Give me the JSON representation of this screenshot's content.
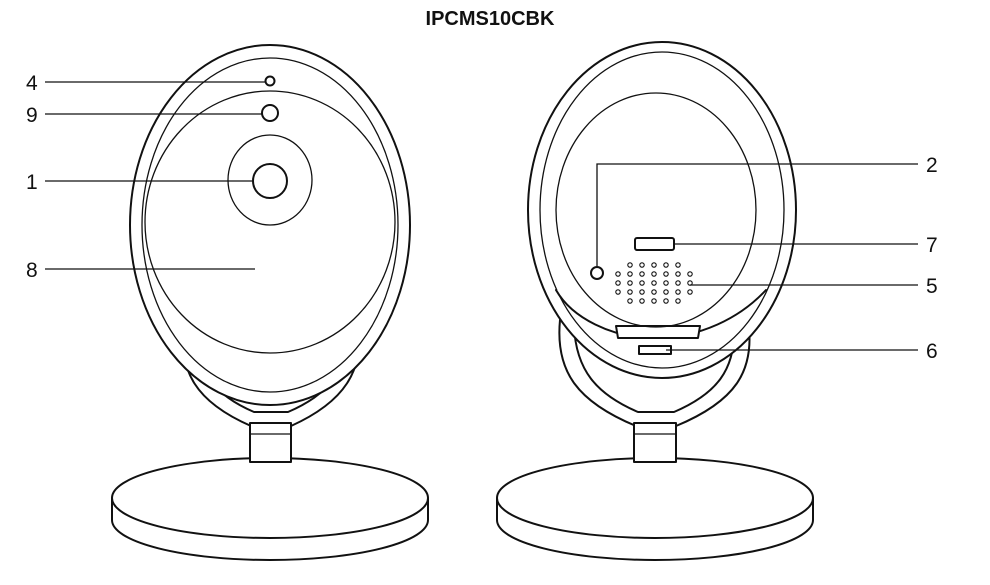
{
  "title": "IPCMS10CBK",
  "front_callouts": [
    "4",
    "9",
    "1",
    "8"
  ],
  "back_callouts": [
    "2",
    "7",
    "5",
    "6"
  ],
  "colors": {
    "line": "#111111",
    "background": "#ffffff"
  }
}
